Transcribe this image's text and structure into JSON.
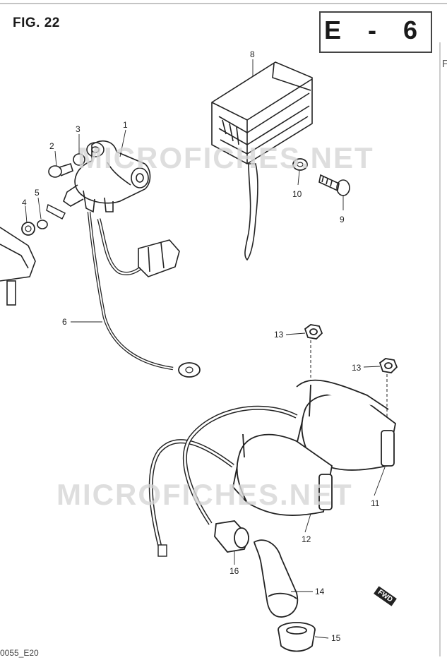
{
  "figure_label": "FIG. 22",
  "section_label": "E - 6",
  "edge_mark": "F",
  "footer_code": "0055_E20",
  "watermark": "MICROFICHES.NET",
  "direction_label": "FWD",
  "part_numbers": {
    "p1": "1",
    "p2": "2",
    "p3": "3",
    "p4": "4",
    "p5": "5",
    "p6": "6",
    "p8": "8",
    "p9": "9",
    "p10": "10",
    "p11": "11",
    "p12": "12",
    "p13a": "13",
    "p13b": "13",
    "p14": "14",
    "p15": "15",
    "p16": "16"
  }
}
